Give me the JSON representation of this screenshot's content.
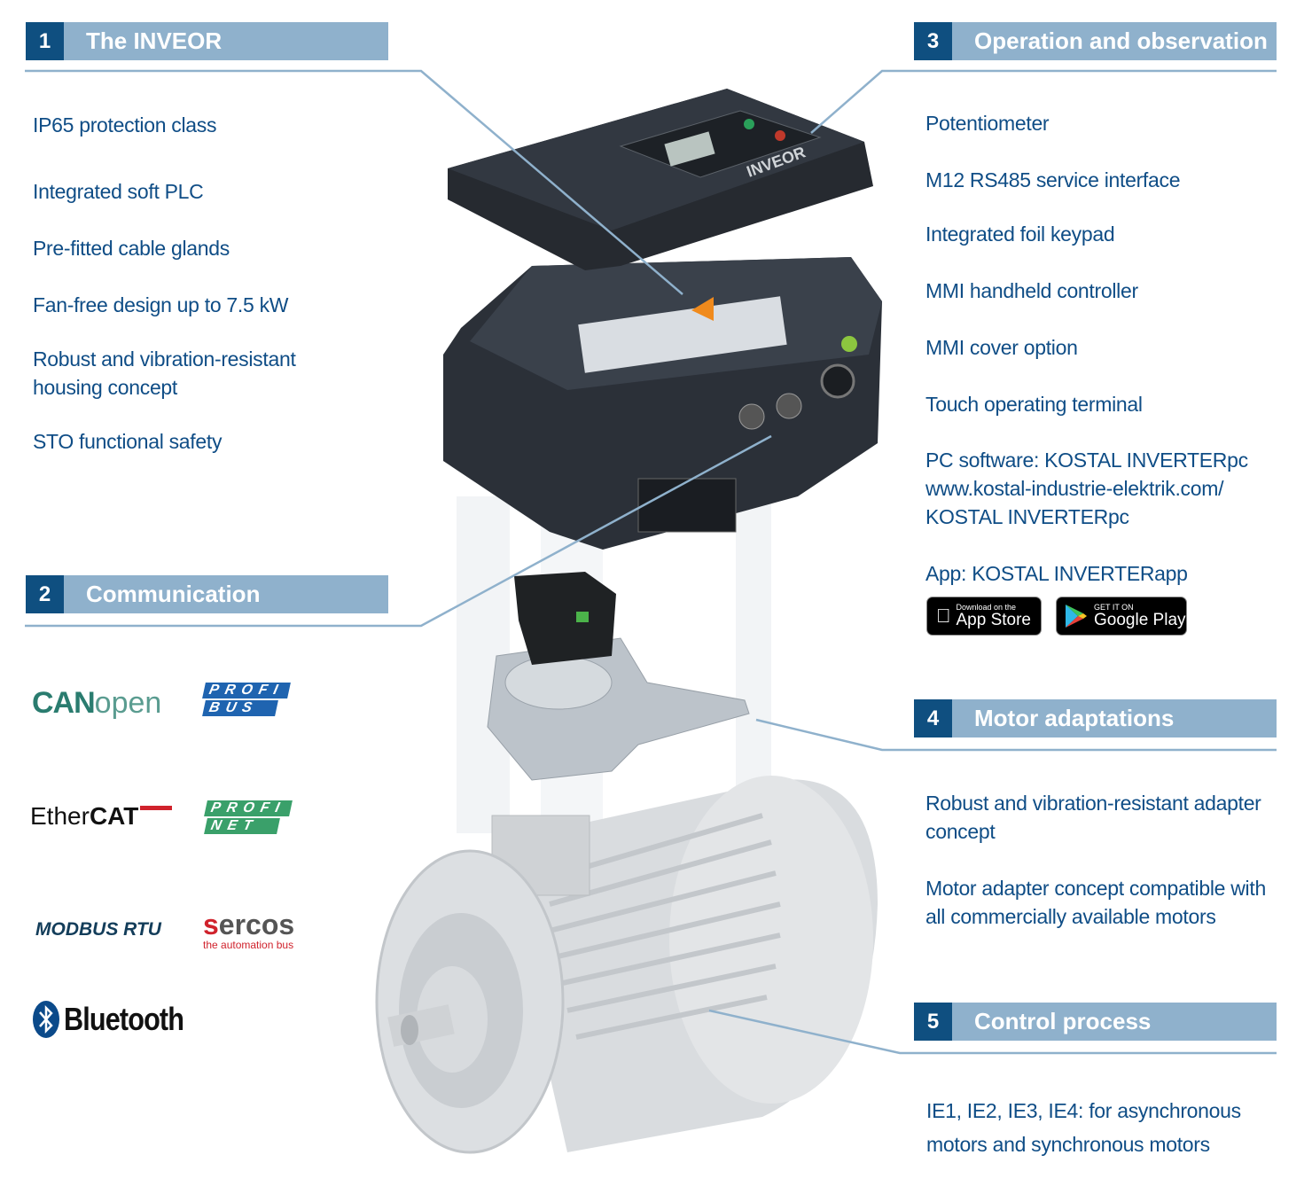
{
  "sections": [
    {
      "number": "1",
      "title": "The INVEOR",
      "items": [
        "IP65 protection class",
        "Integrated soft PLC",
        "Pre-fitted cable glands",
        "Fan-free design up to 7.5 kW",
        "Robust and vibration-resistant housing concept",
        "STO functional safety"
      ]
    },
    {
      "number": "2",
      "title": "Communication",
      "logos": [
        "CANopen",
        "PROFIBUS",
        "EtherCAT",
        "PROFINET",
        "MODBUS RTU",
        "sercos",
        "Bluetooth"
      ],
      "sercos_tagline": "the automation bus"
    },
    {
      "number": "3",
      "title": "Operation and observation",
      "items": [
        "Potentiometer",
        "M12 RS485 service interface",
        "Integrated foil keypad",
        "MMI handheld controller",
        "MMI cover option",
        "Touch operating terminal",
        "PC software: KOSTAL INVERTERpc www.kostal-industrie-elektrik.com/ KOSTAL INVERTERpc",
        "App: KOSTAL INVERTERapp"
      ]
    },
    {
      "number": "4",
      "title": "Motor adaptations",
      "items": [
        "Robust and vibration-resistant adapter concept",
        "Motor adapter concept compatible with all commercially available motors"
      ]
    },
    {
      "number": "5",
      "title": "Control process",
      "items": [
        "IE1, IE2, IE3, IE4: for asynchronous motors and synchronous motors"
      ]
    }
  ],
  "store_badges": {
    "apple": {
      "small": "Download on the",
      "big": "App Store"
    },
    "google": {
      "small": "GET IT ON",
      "big": "Google Play"
    }
  },
  "product_label": "INVEOR",
  "colors": {
    "header_bar": "#8fb1cc",
    "number_box": "#0f4f80",
    "text": "#0f4d86"
  }
}
